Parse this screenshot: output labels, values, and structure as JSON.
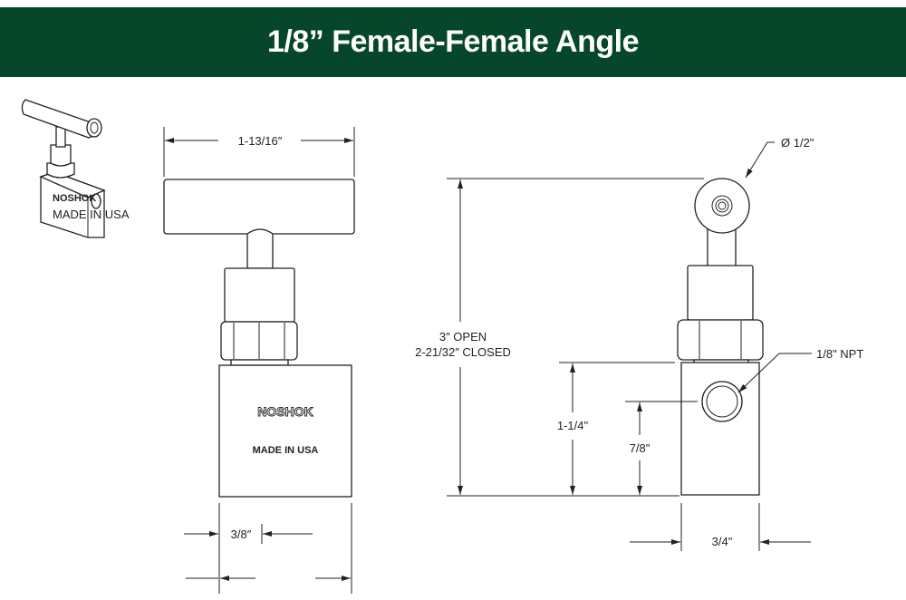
{
  "header": {
    "title": "1/8” Female-Female Angle"
  },
  "front_view": {
    "logo_text": "NOSHOK",
    "body_marking": "MADE IN USA",
    "dim_handle_width": "1-13/16″",
    "dim_stem_offset": "3/8″"
  },
  "side_view": {
    "dim_handle_diameter": "Ø 1/2\"",
    "dim_height_open": "3″ OPEN",
    "dim_height_closed": "2-21/32″ CLOSED",
    "dim_body_height": "1-1/4\"",
    "dim_port_height": "7/8\"",
    "dim_body_width": "3/4\"",
    "port_label": "1/8\" NPT"
  },
  "iso_view": {
    "logo_text": "NOSHOK",
    "body_marking": "MADE IN USA"
  }
}
